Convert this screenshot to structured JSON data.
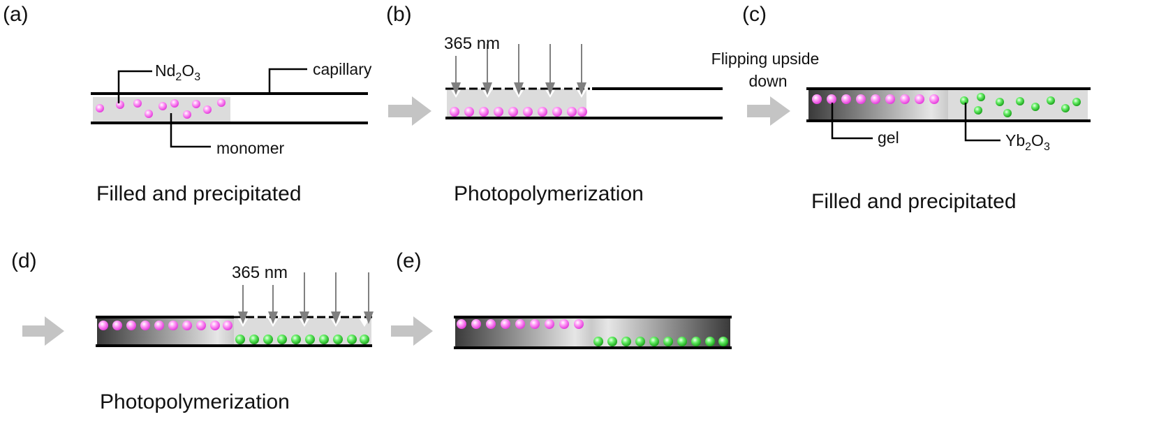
{
  "colors": {
    "nd_particle": "#f050e8",
    "yb_particle": "#22cc22",
    "monomer_fill": "#dcdcdc",
    "arrow_fill": "#c4c4c4",
    "light_arrow": "#808080"
  },
  "panels": {
    "a": {
      "label": "(a)",
      "caption": "Filled and precipitated",
      "callout_nd": {
        "text": "Nd",
        "sub1": "2",
        "mid": "O",
        "sub2": "3"
      },
      "callout_capillary": "capillary",
      "callout_monomer": "monomer"
    },
    "b": {
      "label": "(b)",
      "caption": "Photopolymerization",
      "wavelength": "365 nm"
    },
    "c": {
      "label": "(c)",
      "caption": "Filled and precipitated",
      "flip_line1": "Flipping upside",
      "flip_line2": "down",
      "callout_gel": "gel",
      "callout_yb": {
        "text": "Yb",
        "sub1": "2",
        "mid": "O",
        "sub2": "3"
      }
    },
    "d": {
      "label": "(d)",
      "caption": "Photopolymerization",
      "wavelength": "365 nm"
    },
    "e": {
      "label": "(e)"
    }
  }
}
